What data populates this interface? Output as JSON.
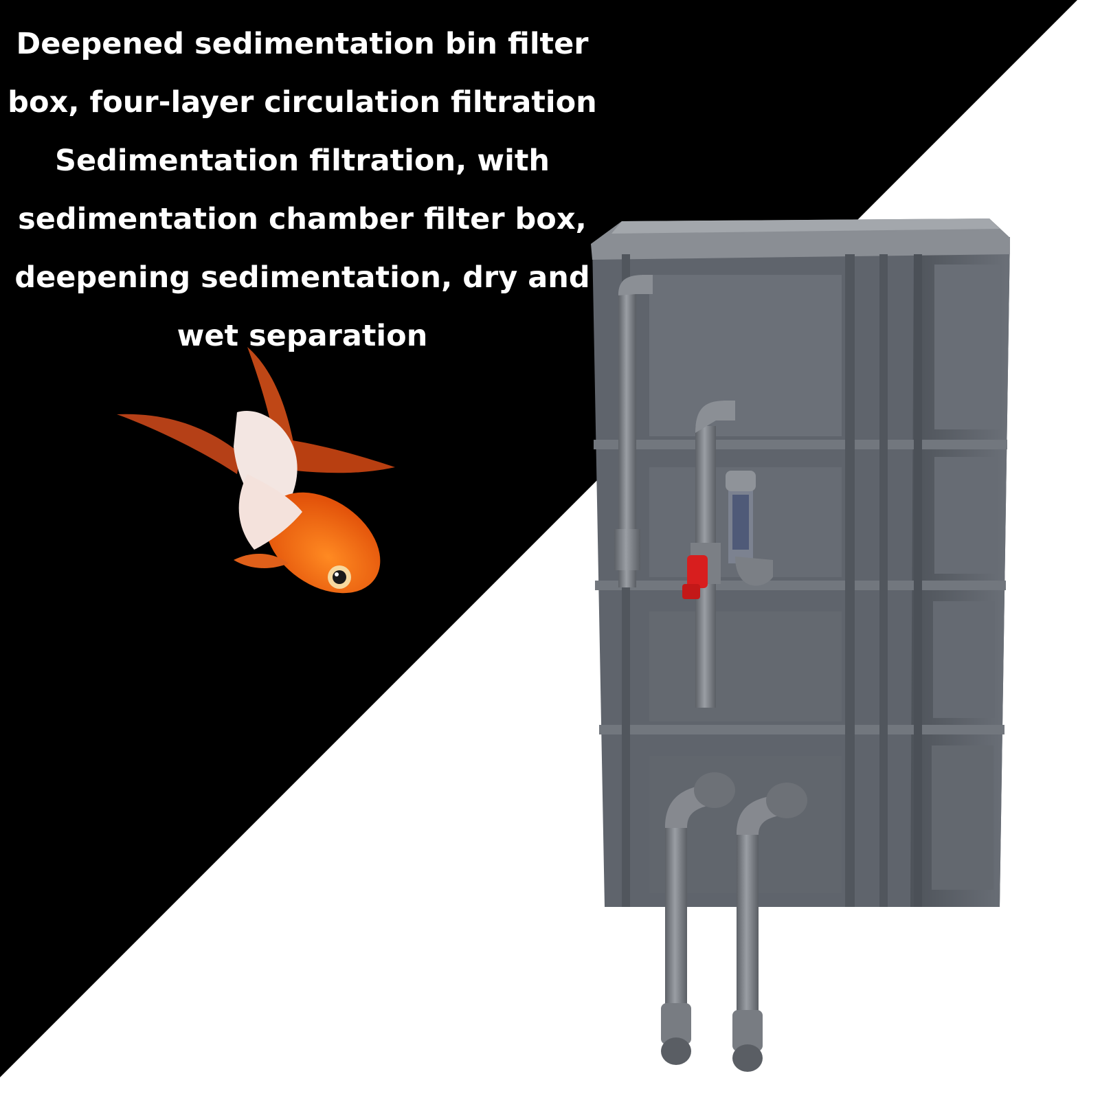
{
  "headline": {
    "lines": [
      "Deepened sedimentation bin filter",
      "box, four-layer circulation filtration",
      "Sedimentation filtration, with",
      "sedimentation chamber filter box,",
      "deepening sedimentation, dry and",
      "wet separation"
    ]
  },
  "colors": {
    "background_dark": "#000000",
    "background_light": "#ffffff",
    "box_gray": "#5f646c",
    "lid_gray": "#8a8e94",
    "pipe_gray": "#7b7f85",
    "valve_red": "#d81e1e",
    "fish_orange": "#f26a12",
    "fish_white": "#f3e6e2"
  },
  "icons": [
    "goldfish-illustration",
    "filter-box-illustration",
    "ball-valve-icon"
  ]
}
